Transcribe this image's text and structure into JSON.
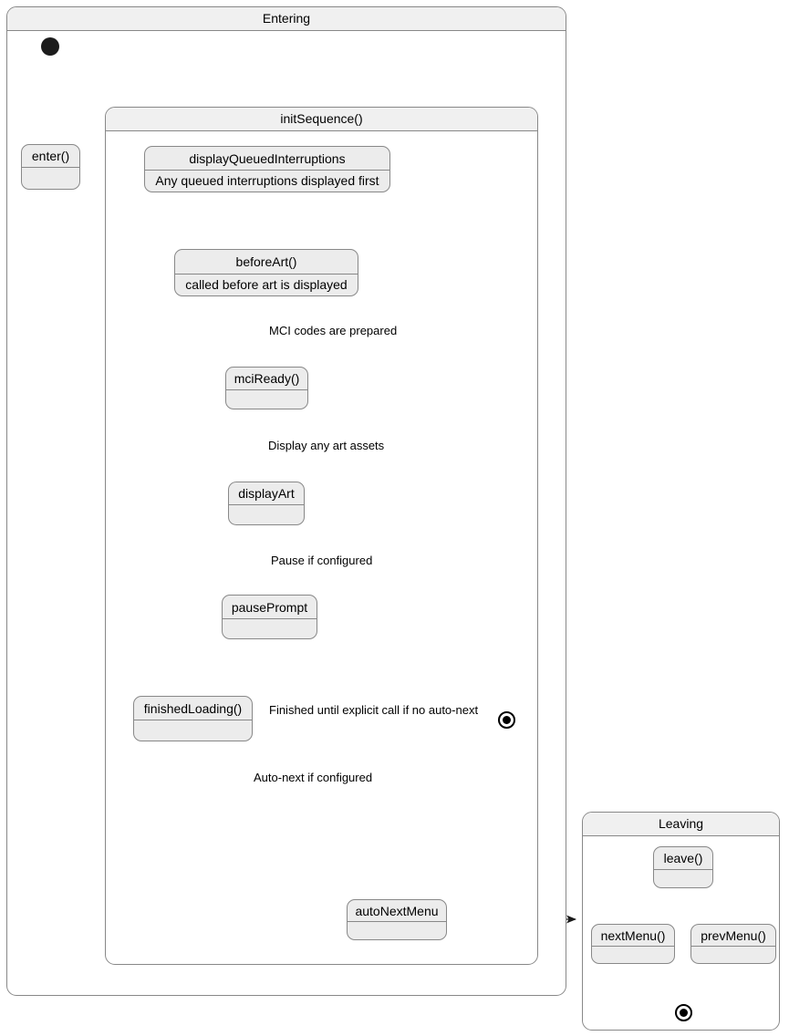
{
  "diagram": {
    "type": "uml-state-machine",
    "title": "Entering",
    "background_color": "#ffffff",
    "state_fill_color": "#ececec",
    "composite_header_color": "#f0f0f0",
    "border_color": "#888888",
    "node_color": "#1c1c1c"
  },
  "entering": {
    "title": "Entering",
    "initial_node": "initial-state-node",
    "enter_state": {
      "name": "enter()",
      "description": ""
    }
  },
  "init_sequence": {
    "title": "initSequence()",
    "states": [
      {
        "name": "displayQueuedInterruptions",
        "description": "Any queued interruptions displayed first"
      },
      {
        "name": "beforeArt()",
        "description": "called before art is displayed"
      },
      {
        "name": "mciReady()",
        "description": ""
      },
      {
        "name": "displayArt",
        "description": ""
      },
      {
        "name": "pausePrompt",
        "description": ""
      },
      {
        "name": "finishedLoading()",
        "description": ""
      },
      {
        "name": "autoNextMenu",
        "description": ""
      }
    ],
    "transitions": [
      {
        "from": "beforeArt()",
        "to": "mciReady()",
        "label": "MCI codes are prepared"
      },
      {
        "from": "mciReady()",
        "to": "displayArt",
        "label": "Display any art assets"
      },
      {
        "from": "displayArt",
        "to": "pausePrompt",
        "label": "Pause if configured"
      },
      {
        "from": "displayArt",
        "to": "finishedLoading()",
        "label": ""
      },
      {
        "from": "pausePrompt",
        "to": "finishedLoading()",
        "label": ""
      },
      {
        "from": "finishedLoading()",
        "to": "final-node",
        "label": "Finished until explicit call if no auto-next"
      },
      {
        "from": "finishedLoading()",
        "to": "autoNextMenu",
        "label": "Auto-next if configured"
      },
      {
        "from": "autoNextMenu",
        "to": "Leaving",
        "label": ""
      }
    ]
  },
  "leaving": {
    "title": "Leaving",
    "states": [
      {
        "name": "leave()",
        "description": ""
      },
      {
        "name": "nextMenu()",
        "description": ""
      },
      {
        "name": "prevMenu()",
        "description": ""
      }
    ],
    "transitions": [
      {
        "from": "leave()",
        "to": "nextMenu()",
        "label": ""
      },
      {
        "from": "leave()",
        "to": "prevMenu()",
        "label": ""
      },
      {
        "from": "nextMenu()",
        "to": "final-node",
        "label": ""
      },
      {
        "from": "prevMenu()",
        "to": "final-node",
        "label": ""
      }
    ]
  },
  "labels": {
    "mci_codes": "MCI codes are prepared",
    "display_art_assets": "Display any art assets",
    "pause_if_configured": "Pause if configured",
    "finished_until_explicit": "Finished until explicit call if no auto-next",
    "auto_next_if_configured": "Auto-next if configured"
  }
}
